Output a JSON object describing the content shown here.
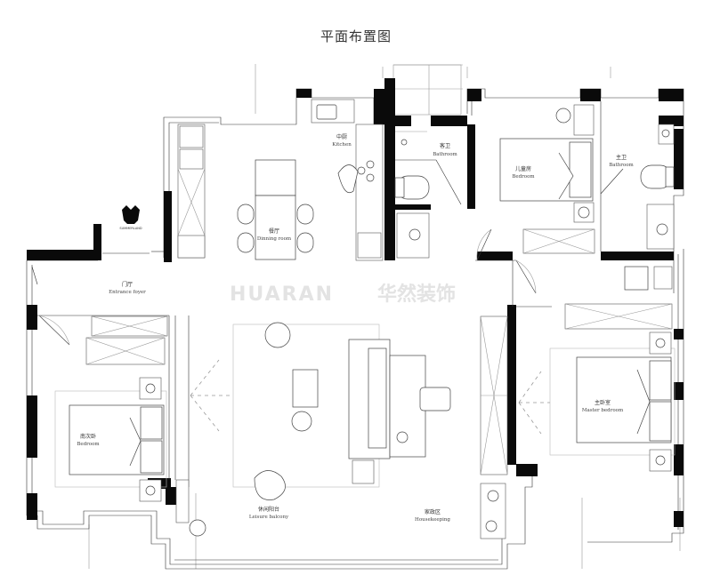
{
  "title": "平面布置图",
  "watermark": {
    "brand_latin": "HUARAN",
    "brand_chinese": "华然装饰"
  },
  "logo_text": "SUMMERLAND",
  "rooms": {
    "kitchen": {
      "zh": "中厨",
      "en": "Kitchen"
    },
    "dining": {
      "zh": "餐厅",
      "en": "Dinning room"
    },
    "guest_bath": {
      "zh": "客卫",
      "en": "Bathroom"
    },
    "kids_bedroom": {
      "zh": "儿童房",
      "en": "Bedroom"
    },
    "master_bath": {
      "zh": "主卫",
      "en": "Bathroom"
    },
    "entrance": {
      "zh": "门厅",
      "en": "Entrance foyer"
    },
    "second_bedroom": {
      "zh": "南次卧",
      "en": "Bedroom"
    },
    "master_bedroom": {
      "zh": "主卧室",
      "en": "Master bedroom"
    },
    "leisure_balcony": {
      "zh": "休闲阳台",
      "en": "Leisure balcony"
    },
    "housekeeping": {
      "zh": "家政区",
      "en": "Housekeeping"
    }
  },
  "colors": {
    "wall": "#0a0a0a",
    "line": "#333333",
    "watermark": "#e3e3e3"
  }
}
